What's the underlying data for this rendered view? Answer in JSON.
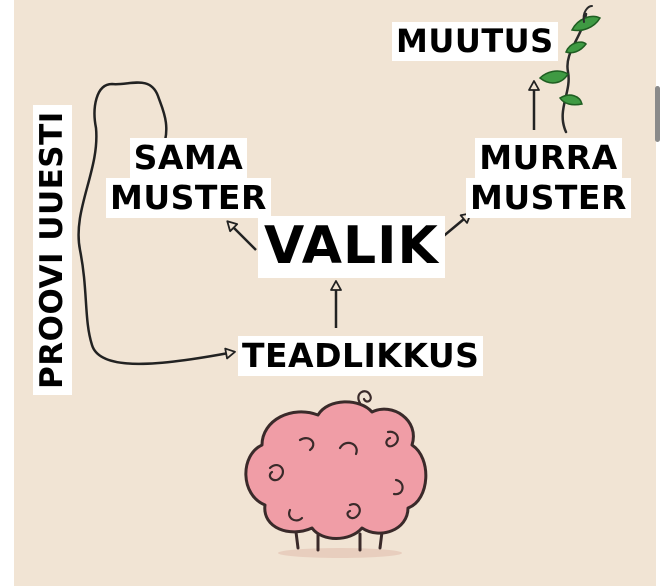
{
  "diagram": {
    "labels": {
      "muutus": "MUUTUS",
      "sama_line1": "SAMA",
      "sama_line2": "MUSTER",
      "murra_line1": "MURRA",
      "murra_line2": "MUSTER",
      "valik": "VALIK",
      "teadlikkus": "TEADLIKKUS",
      "proovi": "PROOVI UUESTI"
    },
    "colors": {
      "background": "#f1e4d4",
      "brain": "#f09da6",
      "brain_outline": "#3a2a2a",
      "leaf": "#3f9a43",
      "line": "#222222",
      "label_bg": "#ffffff"
    },
    "icons": [
      "brain-illustration",
      "sprout-illustration",
      "arrow-icon"
    ]
  }
}
